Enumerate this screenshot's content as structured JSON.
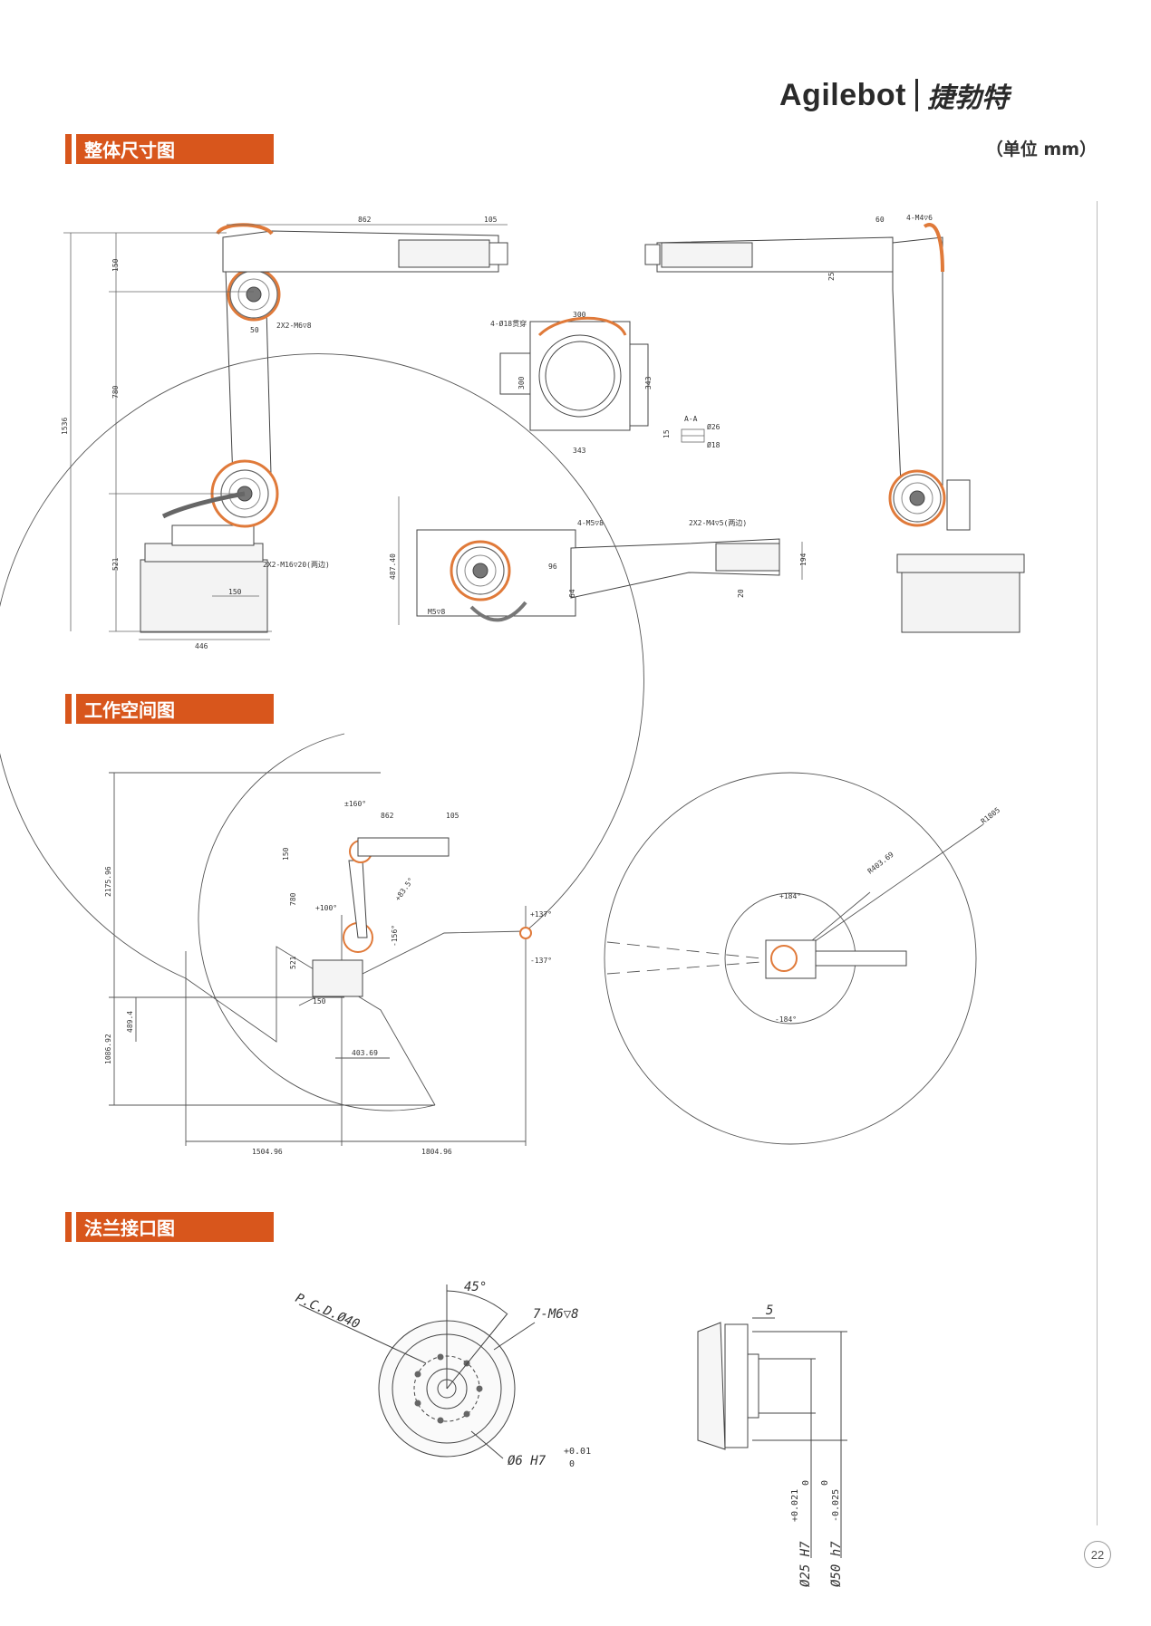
{
  "header": {
    "logo_en": "Agilebot",
    "logo_cn": "捷勃特",
    "unit": "（单位 mm）"
  },
  "sections": {
    "dimensions": "整体尺寸图",
    "workspace": "工作空间图",
    "flange": "法兰接口图"
  },
  "page_number": "22",
  "dimension_labels": {
    "total_height": "1536",
    "arm_length": "862",
    "wrist_offset": "105",
    "shoulder_offset": "150",
    "upper_arm": "780",
    "base_height": "521",
    "base_width": "446",
    "base_offset": "150",
    "mount_holes_arm": "2X2-M6▽8",
    "mount_holes_base": "2X2-M16▽20(两边)",
    "wrist_width": "50",
    "base_top": "300",
    "base_height_view": "343",
    "base_width_view": "343",
    "base_hole_spacing": "300",
    "base_holes": "4-Ø18贯穿",
    "section_name": "A-A",
    "section_outer": "Ø26",
    "section_inner": "Ø18",
    "section_depth": "15",
    "top_height": "487.40",
    "top_hole": "4-M5▽8",
    "top_hole_2": "2X2-M4▽5(两边)",
    "top_width": "194",
    "top_offset": "96",
    "top_offset_2": "64",
    "top_offset_3": "20",
    "top_hole_3": "M5▽8",
    "side_holes": "4-M4▽6",
    "side_width": "60",
    "side_offset": "25"
  },
  "workspace_labels": {
    "j1_angle": "±160°",
    "arm_length": "862",
    "wrist_offset": "105",
    "shoulder": "150",
    "upper_arm": "780",
    "base": "521",
    "base_offset": "150",
    "j2_angle": "+100°",
    "j3_angle": "+83.5°",
    "j3_angle_neg": "-156°",
    "j5_angle_pos": "+137°",
    "j5_angle_neg": "-137°",
    "height_total": "2175.96",
    "height_low": "1086.92",
    "height_base": "489.4",
    "offset_min": "403.69",
    "reach_back": "1504.96",
    "reach_front": "1804.96",
    "top_radius": "R1805",
    "top_inner_radius": "R403.69",
    "top_angle_pos": "+184°",
    "top_angle_neg": "-184°"
  },
  "flange_labels": {
    "pcd": "P.C.D.Ø40",
    "angle": "45°",
    "holes": "7-M6▽8",
    "pin": "Ø6 H7",
    "pin_tol_upper": "+0.01",
    "pin_tol_lower": "0",
    "depth": "5",
    "shaft_inner": "Ø25 H7",
    "shaft_inner_tol_upper": "+0.021",
    "shaft_inner_tol_lower": "0",
    "shaft_outer": "Ø50 h7",
    "shaft_outer_tol_upper": "0",
    "shaft_outer_tol_lower": "-0.025"
  }
}
